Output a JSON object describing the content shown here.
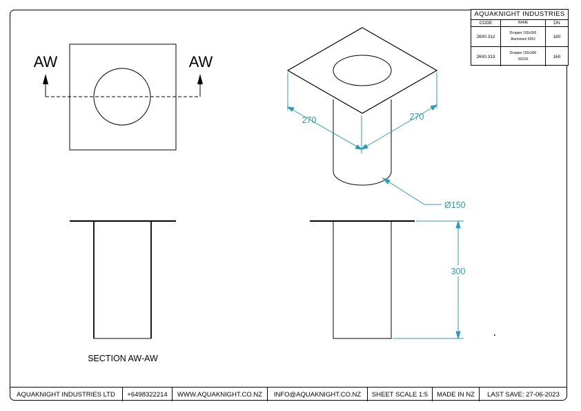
{
  "title_block": {
    "company": "AQUAKNIGHT INDUSTRIES",
    "headers": {
      "code": "CODE",
      "name": "NAME",
      "dn": "DN"
    },
    "rows": [
      {
        "code": "2600.312",
        "name_line1": "Dropper 150x300",
        "name_line2": "Aluminium 5052",
        "dn": "160"
      },
      {
        "code": "2600.313",
        "name_line1": "Dropper 150x300",
        "name_line2": "SS316",
        "dn": "160"
      }
    ]
  },
  "views": {
    "section_marker_left": "AW",
    "section_marker_right": "AW",
    "section_caption": "SECTION AW-AW"
  },
  "dimensions": {
    "width_left": "270",
    "width_right": "270",
    "diameter": "Ø150",
    "height": "300"
  },
  "footer": {
    "company": "AQUAKNIGHT INDUSTRIES LTD",
    "phone": "+6498322214",
    "website": "WWW.AQUAKNIGHT.CO.NZ",
    "email": "INFO@AQUAKNIGHT.CO.NZ",
    "scale": "SHEET SCALE 1:5",
    "origin": "MADE IN NZ",
    "last_save": "LAST SAVE: 27-06-2023"
  },
  "colors": {
    "line": "#000000",
    "dimension": "#2a9bb8"
  }
}
